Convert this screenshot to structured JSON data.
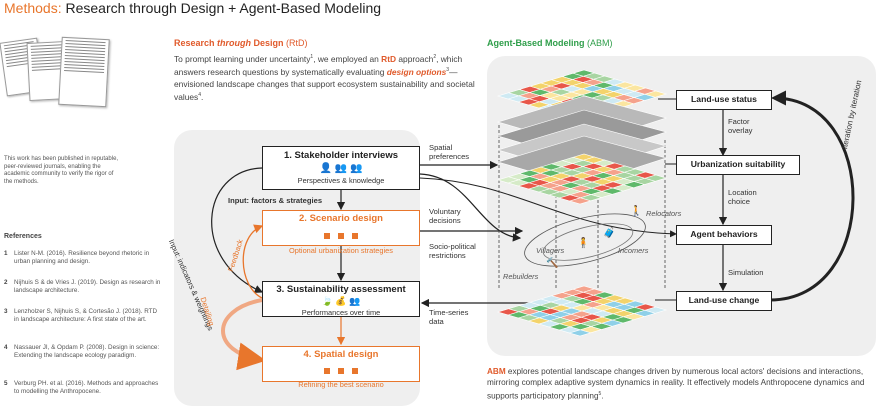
{
  "title": {
    "accent": "Methods:",
    "rest": " Research through Design + Agent-Based Modeling"
  },
  "caption": "This work has been published in reputable, peer-reviewed journals, enabling the academic community to verify the rigor of the methods.",
  "references": {
    "heading": "References",
    "items": [
      {
        "n": "1",
        "text": "Lister N-M. (2016). Resilience beyond rhetoric in urban planning and design."
      },
      {
        "n": "2",
        "text": "Nijhuis S & de Vries J. (2019). Design as research in landscape architecture."
      },
      {
        "n": "3",
        "text": "Lenzholzer S, Nijhuis S, & Cortesão J. (2018). RTD in landscape architecture: A first state of the art."
      },
      {
        "n": "4",
        "text": "Nassauer JI, & Opdam P. (2008). Design in science: Extending the landscape ecology paradigm."
      },
      {
        "n": "5",
        "text": "Verburg PH. et al. (2016). Methods and approaches to modelling the Anthropocene."
      }
    ]
  },
  "rtd": {
    "heading_a": "Research ",
    "heading_b": "through",
    "heading_c": " Design",
    "heading_d": " (RtD)",
    "intro_a": "To prompt learning under uncertainty",
    "sup1": "1",
    "intro_b": ", we employed an ",
    "intro_rtd": "RtD",
    "intro_c": " approach",
    "sup2": "2",
    "intro_d": ", which answers research questions by systematically evaluating ",
    "intro_options": "design options",
    "sup3": "3",
    "intro_e": "—envisioned landscape changes that support ecosystem sustainability and societal values",
    "sup4": "4",
    "intro_f": ".",
    "steps": [
      {
        "title": "1.   Stakeholder interviews",
        "sub": "Perspectives & knowledge"
      },
      {
        "title": "2.   Scenario design",
        "sub": "Optional urbanization strategies"
      },
      {
        "title": "3.  Sustainability assessment",
        "sub": "Performances over time"
      },
      {
        "title": "4.   Spatial design",
        "sub": "Refining the best scenario"
      }
    ],
    "input_factors": "Input: factors & strategies",
    "input_indicators": "Input: indicators & weightings",
    "feedback": "Feedback",
    "detailing": "Detailing"
  },
  "links": {
    "spatial_a": "Spatial",
    "spatial_b": "preferences",
    "voluntary_a": "Voluntary",
    "voluntary_b": "decisions",
    "socio_a": "Socio-political",
    "socio_b": "restrictions",
    "timeseries_a": "Time-series",
    "timeseries_b": "data"
  },
  "abm": {
    "heading_a": "Agent-Based Modeling",
    "heading_b": " (ABM)",
    "boxes": [
      "Land-use status",
      "Urbanization suitability",
      "Agent behaviors",
      "Land-use change"
    ],
    "factor_a": "Factor",
    "factor_b": "overlay",
    "location_a": "Location",
    "location_b": "choice",
    "simulation": "Simulation",
    "iteration": "Iteration by iteration",
    "agents": [
      "Relocators",
      "Villagers",
      "Incomers",
      "Rebuilders"
    ],
    "desc_abm": "ABM",
    "desc_a": " explores potential landscape changes driven by numerous local actors' decisions and interactions, mirroring complex adaptive system dynamics in reality. It effectively models Anthropocene dynamics and supports participatory planning",
    "desc_sup": "5",
    "desc_b": "."
  },
  "colors": {
    "orange": "#e8762c",
    "green": "#2f9e4a",
    "red": "#e05a2b",
    "grid_palette": [
      "#e8574a",
      "#f5a28c",
      "#fbe6a0",
      "#f3d36b",
      "#a8d5a2",
      "#5fb96b",
      "#8fd0e8",
      "#cfeaf3"
    ]
  }
}
